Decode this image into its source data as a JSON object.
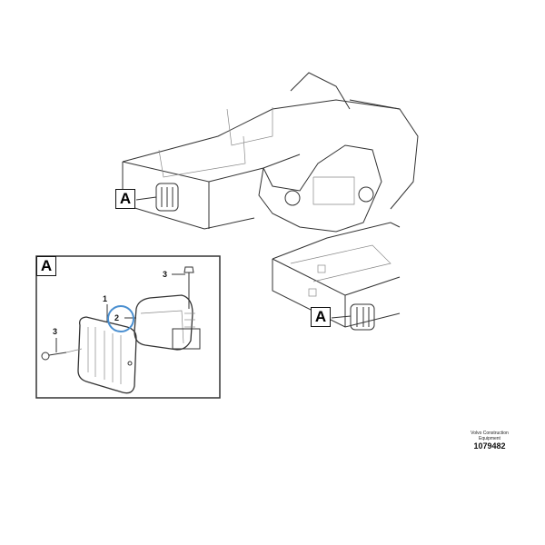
{
  "callouts": {
    "view_label": "A",
    "view_label_2": "A",
    "detail_label": "A"
  },
  "parts": {
    "p1": "1",
    "p2": "2",
    "p3a": "3",
    "p3b": "3"
  },
  "footer": {
    "brand_line1": "Volvo Construction",
    "brand_line2": "Equipment",
    "part_number": "1079482"
  },
  "colors": {
    "highlight_circle": "#4a8fd0",
    "line": "#333333"
  }
}
